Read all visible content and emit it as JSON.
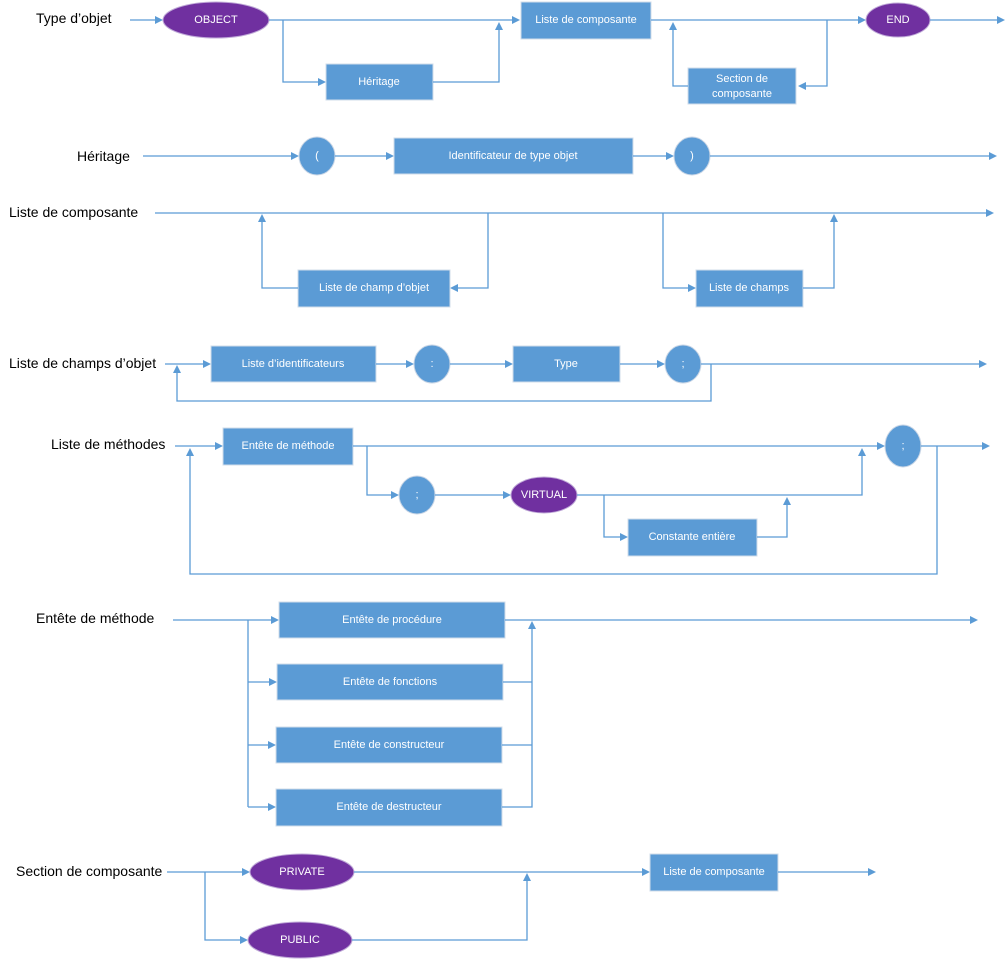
{
  "colors": {
    "box": "#5b9bd5",
    "terminal": "#7030a0",
    "wire": "#5b9bd5",
    "text_light": "#ffffff",
    "text_dark": "#000000"
  },
  "rules": [
    {
      "id": "type-objet",
      "title": "Type d’objet",
      "nodes": {
        "object": "OBJECT",
        "heritage": "Héritage",
        "liste_composante": "Liste de composante",
        "section_l1": "Section de",
        "section_l2": "composante",
        "end": "END"
      }
    },
    {
      "id": "heritage",
      "title": "Héritage",
      "nodes": {
        "open_paren": "(",
        "identificateur": "Identificateur de type objet",
        "close_paren": ")"
      }
    },
    {
      "id": "liste-composante",
      "title": "Liste de composante",
      "nodes": {
        "champ_objet": "Liste de champ d’objet",
        "champs": "Liste de champs"
      }
    },
    {
      "id": "liste-champs-objet",
      "title": "Liste de champs d’objet",
      "nodes": {
        "identificateurs": "Liste d’identificateurs",
        "colon": ":",
        "type": "Type",
        "semicolon": ";"
      }
    },
    {
      "id": "liste-methodes",
      "title": "Liste de méthodes",
      "nodes": {
        "entete": "Entête de méthode",
        "semicolon1": ";",
        "virtual": "VIRTUAL",
        "constante": "Constante entière",
        "semicolon2": ";"
      }
    },
    {
      "id": "entete-methode",
      "title": "Entête de méthode",
      "nodes": {
        "procedure": "Entête de procédure",
        "fonctions": "Entête de fonctions",
        "constructeur": "Entête de constructeur",
        "destructeur": "Entête de destructeur"
      }
    },
    {
      "id": "section-composante",
      "title": "Section de composante",
      "nodes": {
        "private": "PRIVATE",
        "public": "PUBLIC",
        "liste_composante": "Liste de composante"
      }
    }
  ]
}
